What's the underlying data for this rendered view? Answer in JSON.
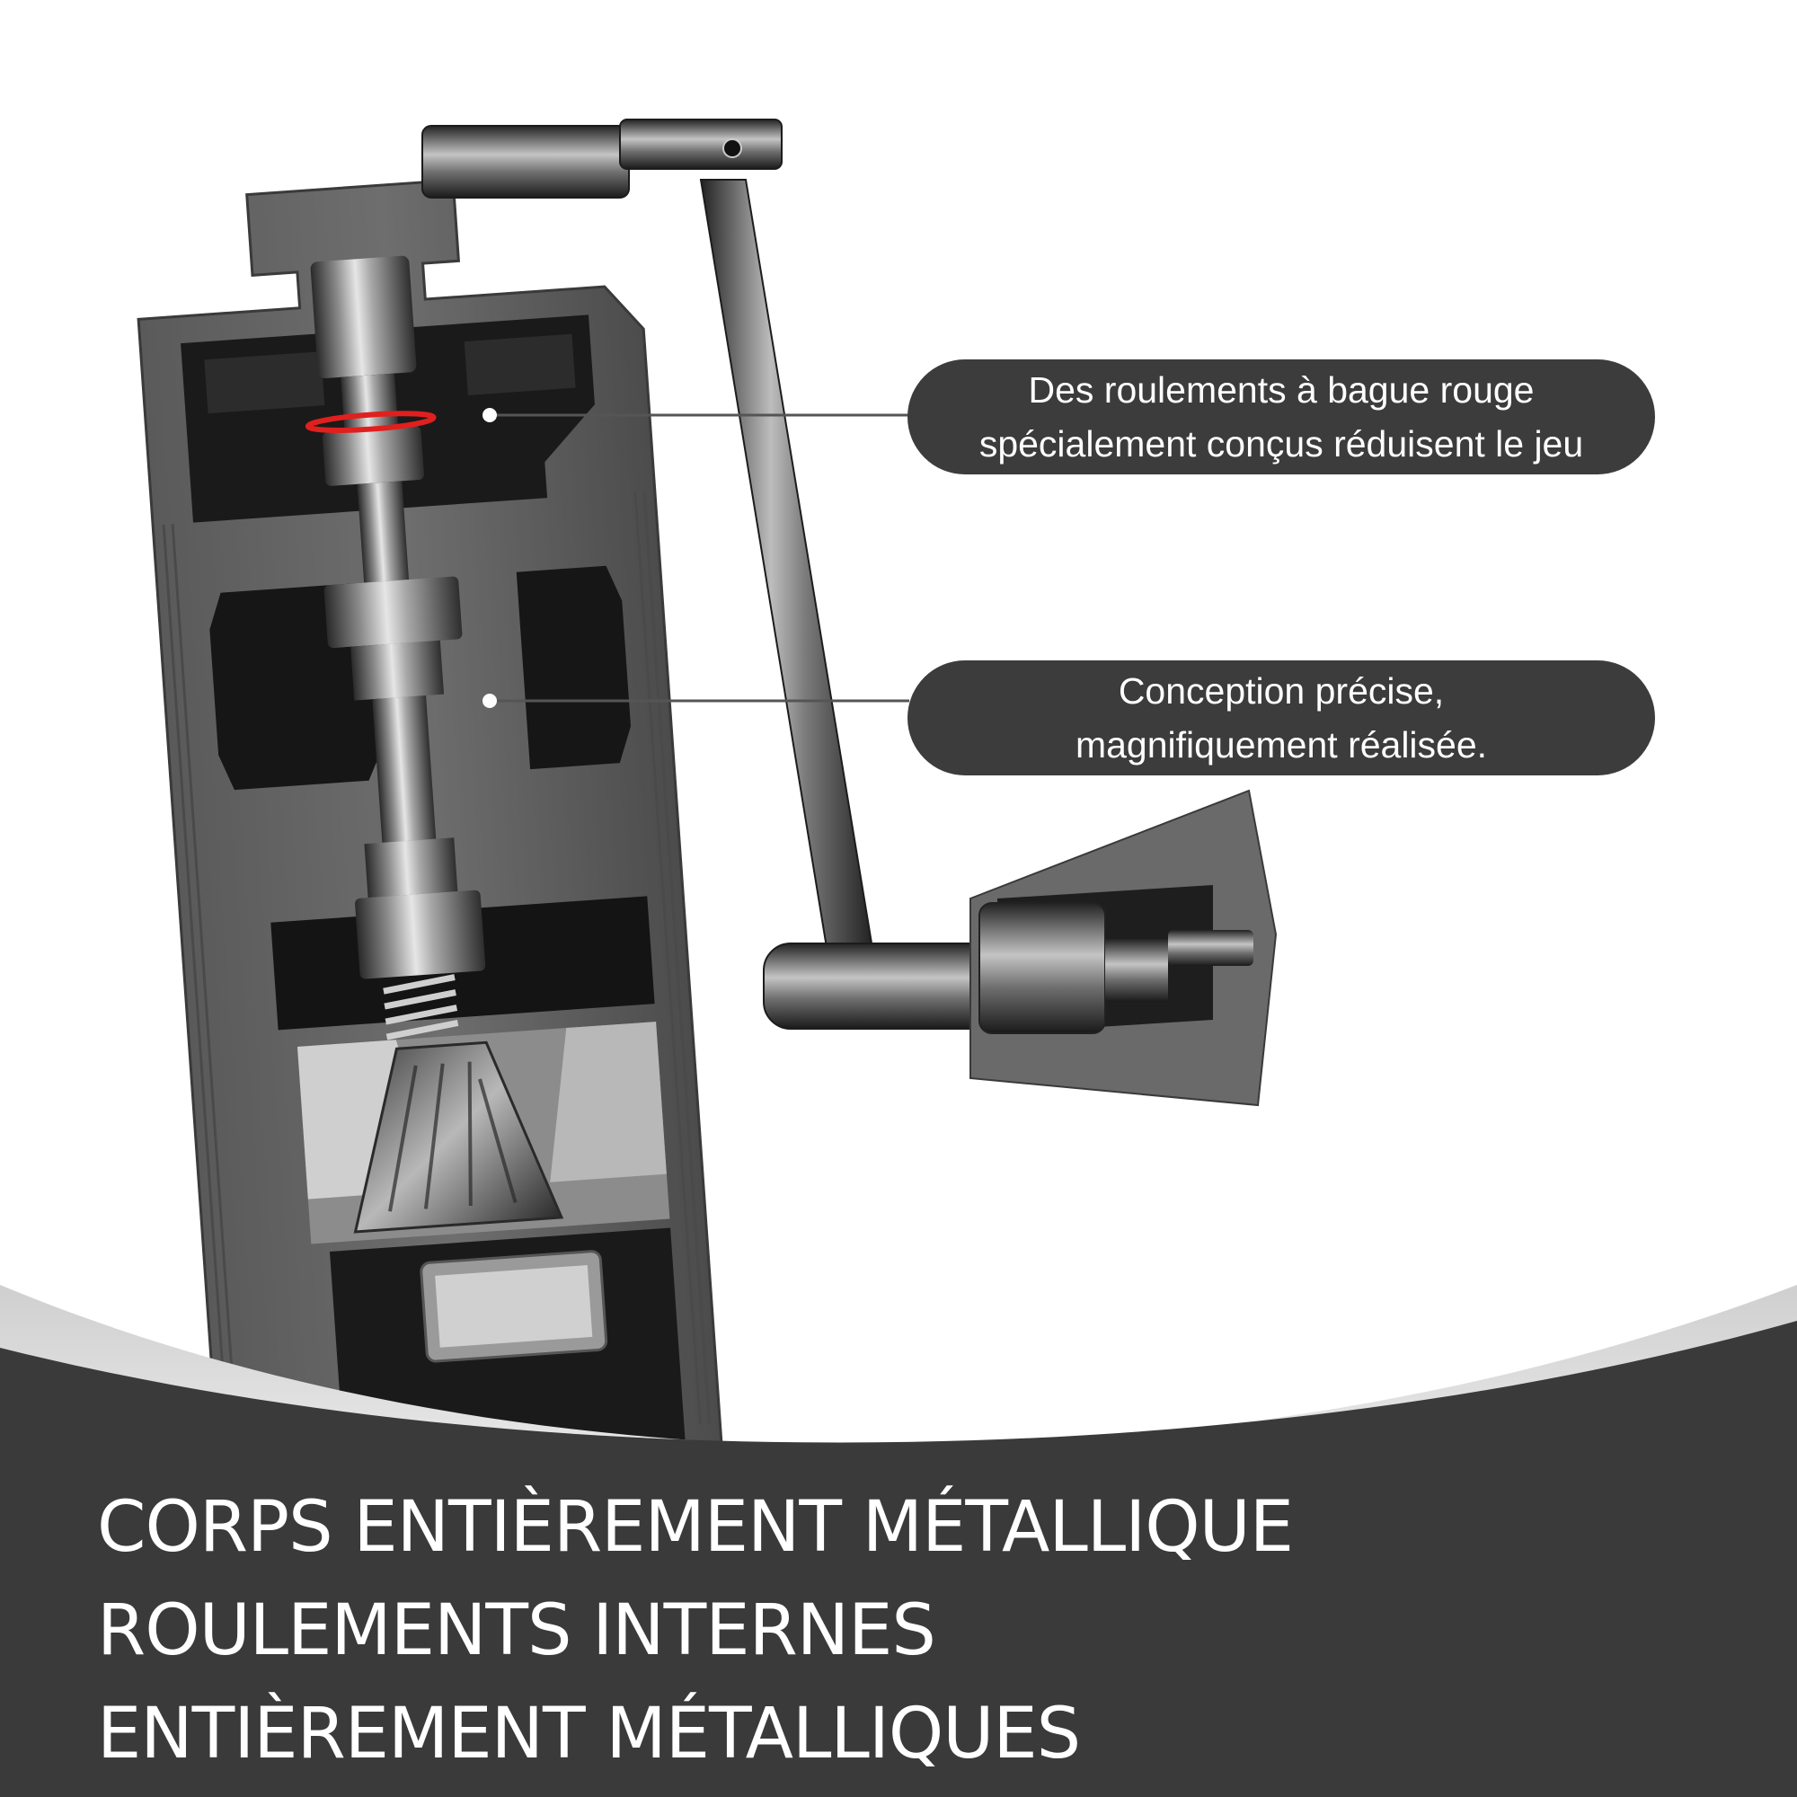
{
  "callouts": [
    {
      "line1": "Des roulements à bague rouge",
      "line2": "spécialement conçus réduisent le jeu"
    },
    {
      "line1": "Conception précise,",
      "line2": "magnifiquement réalisée."
    }
  ],
  "headline": {
    "line1": "CORPS ENTIÈREMENT MÉTALLIQUE",
    "line2": "ROULEMENTS INTERNES",
    "line3": "ENTIÈREMENT MÉTALLIQUES"
  },
  "colors": {
    "background": "#ffffff",
    "band": "#3a3a3a",
    "callout": "#3c3c3c",
    "bearing_ring": "#e0201e"
  }
}
